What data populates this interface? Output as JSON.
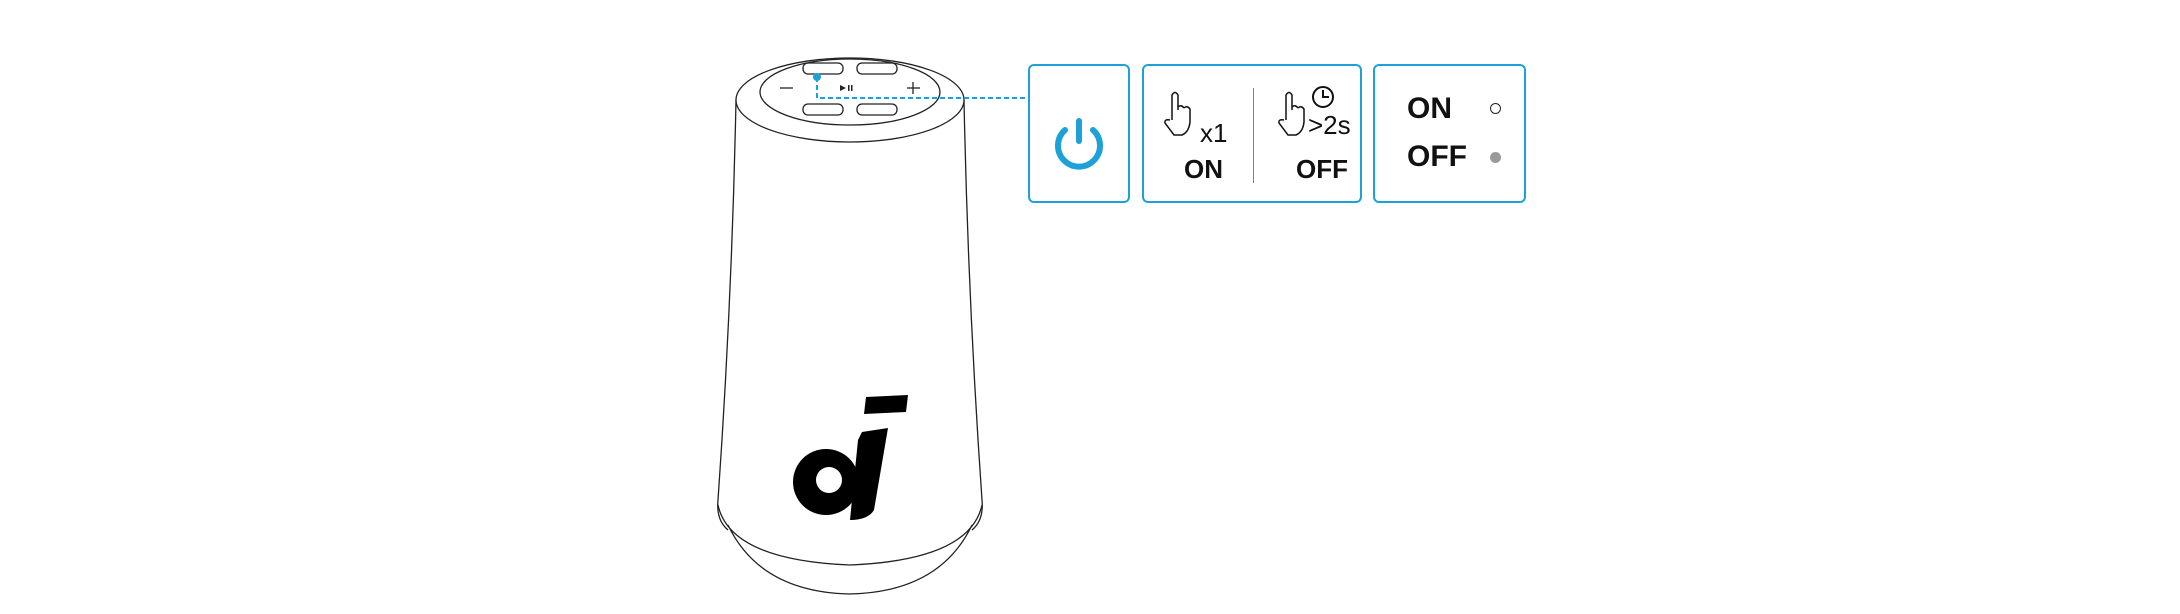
{
  "accent_color": "#1ea1d9",
  "icons": [
    "power-icon",
    "hand-tap-icon",
    "hand-hold-icon",
    "clock-icon",
    "led-off-indicator",
    "led-on-indicator"
  ],
  "press": {
    "on_count": "x1",
    "on_label": "ON",
    "off_duration": ">2s",
    "off_label": "OFF"
  },
  "status": {
    "on_label": "ON",
    "off_label": "OFF"
  }
}
